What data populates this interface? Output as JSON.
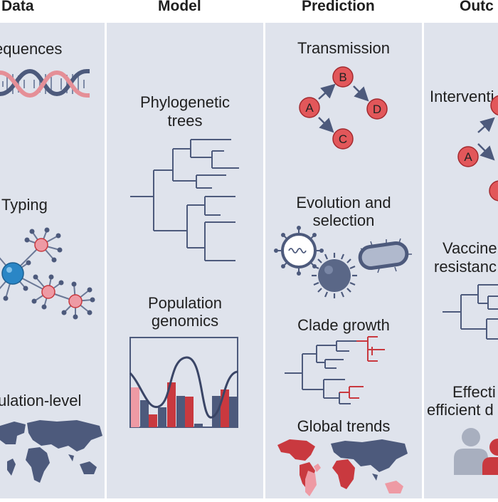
{
  "headers": {
    "data": "Data",
    "model": "Model",
    "prediction": "Prediction",
    "outcomes": "Outc"
  },
  "data_col": {
    "sequences": "equences",
    "typing": "Typing",
    "population_level": "ulation-level"
  },
  "model_col": {
    "phylo_line1": "Phylogenetic",
    "phylo_line2": "trees",
    "popgen_line1": "Population",
    "popgen_line2": "genomics"
  },
  "prediction_col": {
    "transmission": "Transmission",
    "evo_line1": "Evolution and",
    "evo_line2": "selection",
    "clade_growth": "Clade growth",
    "global_trends": "Global trends",
    "nodes": {
      "a": "A",
      "b": "B",
      "c": "C",
      "d": "D"
    }
  },
  "outcomes_col": {
    "interventions": "Interventi",
    "vaccine_line1": "Vaccine",
    "vaccine_line2": "resistanc",
    "effective_line1": "Effecti",
    "effective_line2": "efficient d",
    "node_a": "A"
  },
  "colors": {
    "panel_bg": "#dfe3ec",
    "slate": "#4d5a7c",
    "red": "#c9393f",
    "pink": "#ee9aa4",
    "node_red": "#e2575a",
    "blue_node": "#2a86c6"
  }
}
